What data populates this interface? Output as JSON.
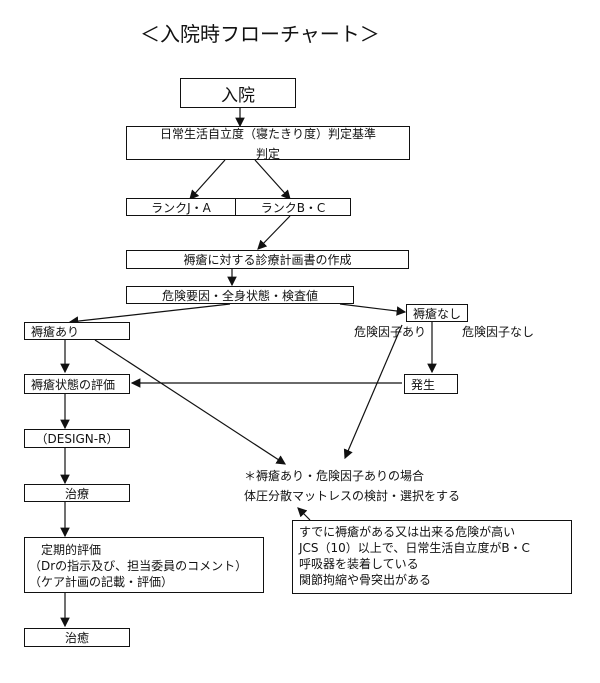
{
  "title": "＜入院時フローチャート＞",
  "nodes": {
    "admission": "入院",
    "criteria_line1": "日常生活自立度（寝たきり度）判定基準",
    "criteria_line2": "判定",
    "rank_ja": "ランクJ・A",
    "rank_bc": "ランクB・C",
    "care_plan": "褥瘡に対する診療計画書の作成",
    "risk_check": "危険要因・全身状態・検査値",
    "ulcer_yes": "褥瘡あり",
    "ulcer_no": "褥瘡なし",
    "risk_yes": "危険因子あり",
    "risk_no": "危険因子なし",
    "evaluation": "褥瘡状態の評価",
    "occurrence": "発生",
    "design_r": "（DESIGN-R）",
    "treatment": "治療",
    "periodic_line1": "定期的評価",
    "periodic_line2": "（Drの指示及び、担当委員のコメント）",
    "periodic_line3": "（ケア計画の記載・評価）",
    "healed": "治癒",
    "note_line1": "＊褥瘡あり・危険因子ありの場合",
    "note_line2": "体圧分散マットレスの検討・選択をする",
    "criteria_box": [
      "すでに褥瘡がある又は出来る危険が高い",
      "JCS（10）以上で、日常生活自立度がB・C",
      "呼吸器を装着している",
      "関節拘縮や骨突出がある"
    ]
  }
}
